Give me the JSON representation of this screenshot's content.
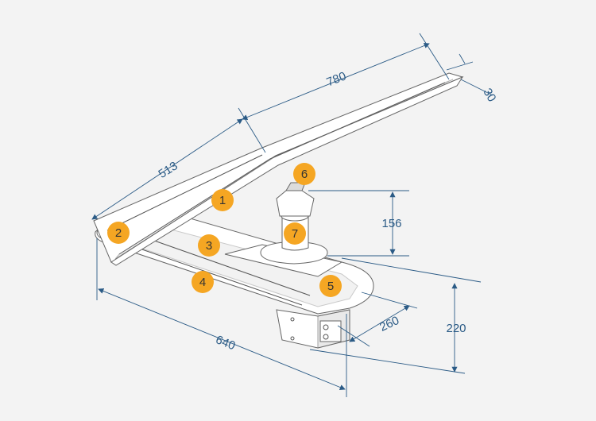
{
  "colors": {
    "background": "#f3f3f3",
    "dimension": "#2b5b86",
    "badge": "#f5a623"
  },
  "dimensions": {
    "panel_length": "780",
    "panel_width": "513",
    "panel_thickness": "30",
    "pole_height": "156",
    "body_length": "640",
    "body_width": "260",
    "total_height": "220"
  },
  "callouts": [
    "1",
    "2",
    "3",
    "4",
    "5",
    "6",
    "7"
  ]
}
